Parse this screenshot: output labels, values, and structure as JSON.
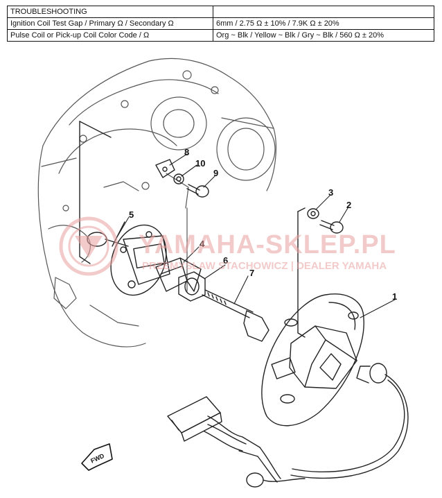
{
  "table": {
    "title": "TROUBLESHOOTING",
    "rows": [
      {
        "item": "Ignition Coil Test Gap / Primary Ω / Secondary Ω",
        "value": "6mm / 2.75 Ω ± 10% / 7.9K Ω ± 20%"
      },
      {
        "item": "Pulse Coil or Pick-up Coil Color Code / Ω",
        "value": "Org ~ Blk / Yellow ~ Blk / Gry ~ Blk / 560 Ω ± 20%"
      }
    ]
  },
  "callouts": [
    "1",
    "2",
    "3",
    "4",
    "5",
    "6",
    "7",
    "8",
    "9",
    "10"
  ],
  "watermark": {
    "main": "YAMAHA-SKLEP.PL",
    "sub": "PRZEMYSŁAW STACHOWICZ | DEALER YAMAHA",
    "color": "#e8a0a0"
  },
  "fwd_label": "FWD"
}
